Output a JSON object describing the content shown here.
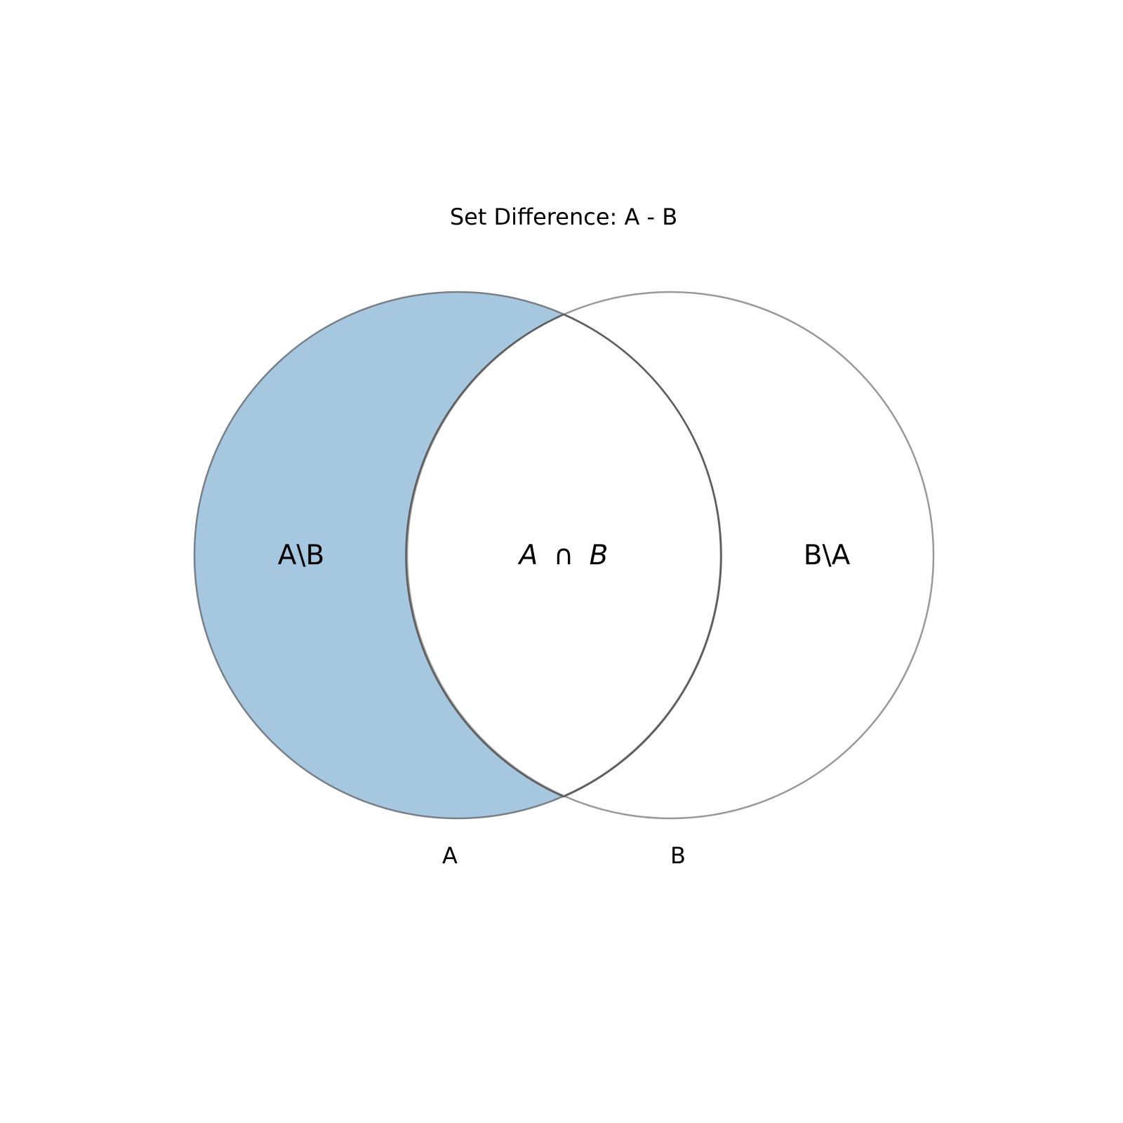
{
  "title": "Set Difference: A - B",
  "sets": [
    {
      "name": "A"
    },
    {
      "name": "B"
    }
  ],
  "regions": {
    "a_only": "A\\B",
    "intersection": {
      "left": "A",
      "op": "∩",
      "right": "B"
    },
    "b_only": "B\\A"
  },
  "highlighted_region": "A\\B",
  "colors": {
    "highlight_fill": "#a5c7e0",
    "a_outline": "#7a7f85",
    "b_outline": "#999999",
    "intersection_outline": "#5e5e5e",
    "background": "#ffffff"
  }
}
